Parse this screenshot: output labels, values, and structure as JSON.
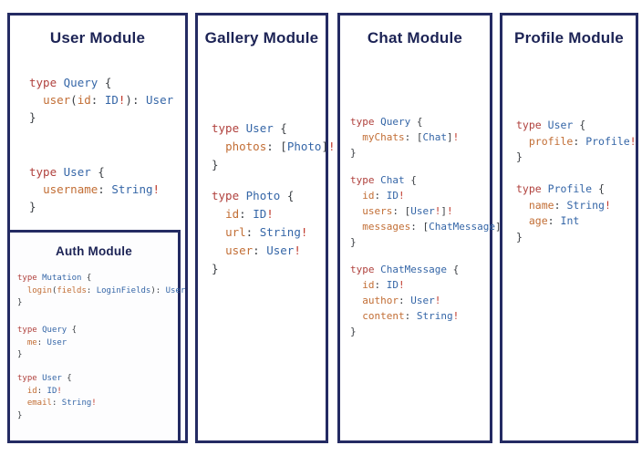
{
  "colors": {
    "border": "#242b63",
    "title": "#1c2355",
    "kw": "#b0413d",
    "ty": "#3566a7",
    "fl": "#c26e35",
    "pu": "#3c4045",
    "bg": "#c0392b"
  },
  "panels": [
    {
      "title": "User Module",
      "blocks": [
        [
          [
            [
              "kw",
              "type"
            ],
            [
              "pl",
              " "
            ],
            [
              "ty",
              "Query"
            ],
            [
              "pl",
              " "
            ],
            [
              "pu",
              "{"
            ]
          ],
          [
            [
              "pl",
              "  "
            ],
            [
              "fl",
              "user"
            ],
            [
              "pu",
              "("
            ],
            [
              "fl",
              "id"
            ],
            [
              "pu",
              ":"
            ],
            [
              "pl",
              " "
            ],
            [
              "ty",
              "ID"
            ],
            [
              "bg",
              "!"
            ],
            [
              "pu",
              "):"
            ],
            [
              "pl",
              " "
            ],
            [
              "ty",
              "User"
            ]
          ],
          [
            [
              "pu",
              "}"
            ]
          ]
        ],
        [
          [
            [
              "kw",
              "type"
            ],
            [
              "pl",
              " "
            ],
            [
              "ty",
              "User"
            ],
            [
              "pl",
              " "
            ],
            [
              "pu",
              "{"
            ]
          ],
          [
            [
              "pl",
              "  "
            ],
            [
              "fl",
              "username"
            ],
            [
              "pu",
              ":"
            ],
            [
              "pl",
              " "
            ],
            [
              "ty",
              "String"
            ],
            [
              "bg",
              "!"
            ]
          ],
          [
            [
              "pu",
              "}"
            ]
          ]
        ]
      ],
      "sub": {
        "title": "Auth Module",
        "blocks": [
          [
            [
              [
                "kw",
                "type"
              ],
              [
                "pl",
                " "
              ],
              [
                "ty",
                "Mutation"
              ],
              [
                "pl",
                " "
              ],
              [
                "pu",
                "{"
              ]
            ],
            [
              [
                "pl",
                "  "
              ],
              [
                "fl",
                "login"
              ],
              [
                "pu",
                "("
              ],
              [
                "fl",
                "fields"
              ],
              [
                "pu",
                ":"
              ],
              [
                "pl",
                " "
              ],
              [
                "ty",
                "LoginFields"
              ],
              [
                "pu",
                "):"
              ],
              [
                "pl",
                " "
              ],
              [
                "ty",
                "User"
              ]
            ],
            [
              [
                "pu",
                "}"
              ]
            ]
          ],
          [
            [
              [
                "kw",
                "type"
              ],
              [
                "pl",
                " "
              ],
              [
                "ty",
                "Query"
              ],
              [
                "pl",
                " "
              ],
              [
                "pu",
                "{"
              ]
            ],
            [
              [
                "pl",
                "  "
              ],
              [
                "fl",
                "me"
              ],
              [
                "pu",
                ":"
              ],
              [
                "pl",
                " "
              ],
              [
                "ty",
                "User"
              ]
            ],
            [
              [
                "pu",
                "}"
              ]
            ]
          ],
          [
            [
              [
                "kw",
                "type"
              ],
              [
                "pl",
                " "
              ],
              [
                "ty",
                "User"
              ],
              [
                "pl",
                " "
              ],
              [
                "pu",
                "{"
              ]
            ],
            [
              [
                "pl",
                "  "
              ],
              [
                "fl",
                "id"
              ],
              [
                "pu",
                ":"
              ],
              [
                "pl",
                " "
              ],
              [
                "ty",
                "ID"
              ],
              [
                "bg",
                "!"
              ]
            ],
            [
              [
                "pl",
                "  "
              ],
              [
                "fl",
                "email"
              ],
              [
                "pu",
                ":"
              ],
              [
                "pl",
                " "
              ],
              [
                "ty",
                "String"
              ],
              [
                "bg",
                "!"
              ]
            ],
            [
              [
                "pu",
                "}"
              ]
            ]
          ]
        ]
      }
    },
    {
      "title": "Gallery Module",
      "blocks": [
        [
          [
            [
              "kw",
              "type"
            ],
            [
              "pl",
              " "
            ],
            [
              "ty",
              "User"
            ],
            [
              "pl",
              " "
            ],
            [
              "pu",
              "{"
            ]
          ],
          [
            [
              "pl",
              "  "
            ],
            [
              "fl",
              "photos"
            ],
            [
              "pu",
              ":"
            ],
            [
              "pl",
              " "
            ],
            [
              "pu",
              "["
            ],
            [
              "ty",
              "Photo"
            ],
            [
              "pu",
              "]"
            ],
            [
              "bg",
              "!"
            ]
          ],
          [
            [
              "pu",
              "}"
            ]
          ]
        ],
        [
          [
            [
              "kw",
              "type"
            ],
            [
              "pl",
              " "
            ],
            [
              "ty",
              "Photo"
            ],
            [
              "pl",
              " "
            ],
            [
              "pu",
              "{"
            ]
          ],
          [
            [
              "pl",
              "  "
            ],
            [
              "fl",
              "id"
            ],
            [
              "pu",
              ":"
            ],
            [
              "pl",
              " "
            ],
            [
              "ty",
              "ID"
            ],
            [
              "bg",
              "!"
            ]
          ],
          [
            [
              "pl",
              "  "
            ],
            [
              "fl",
              "url"
            ],
            [
              "pu",
              ":"
            ],
            [
              "pl",
              " "
            ],
            [
              "ty",
              "String"
            ],
            [
              "bg",
              "!"
            ]
          ],
          [
            [
              "pl",
              "  "
            ],
            [
              "fl",
              "user"
            ],
            [
              "pu",
              ":"
            ],
            [
              "pl",
              " "
            ],
            [
              "ty",
              "User"
            ],
            [
              "bg",
              "!"
            ]
          ],
          [
            [
              "pu",
              "}"
            ]
          ]
        ]
      ]
    },
    {
      "title": "Chat Module",
      "blocks": [
        [
          [
            [
              "kw",
              "type"
            ],
            [
              "pl",
              " "
            ],
            [
              "ty",
              "Query"
            ],
            [
              "pl",
              " "
            ],
            [
              "pu",
              "{"
            ]
          ],
          [
            [
              "pl",
              "  "
            ],
            [
              "fl",
              "myChats"
            ],
            [
              "pu",
              ":"
            ],
            [
              "pl",
              " "
            ],
            [
              "pu",
              "["
            ],
            [
              "ty",
              "Chat"
            ],
            [
              "pu",
              "]"
            ],
            [
              "bg",
              "!"
            ]
          ],
          [
            [
              "pu",
              "}"
            ]
          ]
        ],
        [
          [
            [
              "kw",
              "type"
            ],
            [
              "pl",
              " "
            ],
            [
              "ty",
              "Chat"
            ],
            [
              "pl",
              " "
            ],
            [
              "pu",
              "{"
            ]
          ],
          [
            [
              "pl",
              "  "
            ],
            [
              "fl",
              "id"
            ],
            [
              "pu",
              ":"
            ],
            [
              "pl",
              " "
            ],
            [
              "ty",
              "ID"
            ],
            [
              "bg",
              "!"
            ]
          ],
          [
            [
              "pl",
              "  "
            ],
            [
              "fl",
              "users"
            ],
            [
              "pu",
              ":"
            ],
            [
              "pl",
              " "
            ],
            [
              "pu",
              "["
            ],
            [
              "ty",
              "User"
            ],
            [
              "bg",
              "!"
            ],
            [
              "pu",
              "]"
            ],
            [
              "bg",
              "!"
            ]
          ],
          [
            [
              "pl",
              "  "
            ],
            [
              "fl",
              "messages"
            ],
            [
              "pu",
              ":"
            ],
            [
              "pl",
              " "
            ],
            [
              "pu",
              "["
            ],
            [
              "ty",
              "ChatMessage"
            ],
            [
              "pu",
              "]"
            ],
            [
              "bg",
              "!"
            ]
          ],
          [
            [
              "pu",
              "}"
            ]
          ]
        ],
        [
          [
            [
              "kw",
              "type"
            ],
            [
              "pl",
              " "
            ],
            [
              "ty",
              "ChatMessage"
            ],
            [
              "pl",
              " "
            ],
            [
              "pu",
              "{"
            ]
          ],
          [
            [
              "pl",
              "  "
            ],
            [
              "fl",
              "id"
            ],
            [
              "pu",
              ":"
            ],
            [
              "pl",
              " "
            ],
            [
              "ty",
              "ID"
            ],
            [
              "bg",
              "!"
            ]
          ],
          [
            [
              "pl",
              "  "
            ],
            [
              "fl",
              "author"
            ],
            [
              "pu",
              ":"
            ],
            [
              "pl",
              " "
            ],
            [
              "ty",
              "User"
            ],
            [
              "bg",
              "!"
            ]
          ],
          [
            [
              "pl",
              "  "
            ],
            [
              "fl",
              "content"
            ],
            [
              "pu",
              ":"
            ],
            [
              "pl",
              " "
            ],
            [
              "ty",
              "String"
            ],
            [
              "bg",
              "!"
            ]
          ],
          [
            [
              "pu",
              "}"
            ]
          ]
        ]
      ]
    },
    {
      "title": "Profile Module",
      "blocks": [
        [
          [
            [
              "kw",
              "type"
            ],
            [
              "pl",
              " "
            ],
            [
              "ty",
              "User"
            ],
            [
              "pl",
              " "
            ],
            [
              "pu",
              "{"
            ]
          ],
          [
            [
              "pl",
              "  "
            ],
            [
              "fl",
              "profile"
            ],
            [
              "pu",
              ":"
            ],
            [
              "pl",
              " "
            ],
            [
              "ty",
              "Profile"
            ],
            [
              "bg",
              "!"
            ]
          ],
          [
            [
              "pu",
              "}"
            ]
          ]
        ],
        [
          [
            [
              "kw",
              "type"
            ],
            [
              "pl",
              " "
            ],
            [
              "ty",
              "Profile"
            ],
            [
              "pl",
              " "
            ],
            [
              "pu",
              "{"
            ]
          ],
          [
            [
              "pl",
              "  "
            ],
            [
              "fl",
              "name"
            ],
            [
              "pu",
              ":"
            ],
            [
              "pl",
              " "
            ],
            [
              "ty",
              "String"
            ],
            [
              "bg",
              "!"
            ]
          ],
          [
            [
              "pl",
              "  "
            ],
            [
              "fl",
              "age"
            ],
            [
              "pu",
              ":"
            ],
            [
              "pl",
              " "
            ],
            [
              "ty",
              "Int"
            ]
          ],
          [
            [
              "pu",
              "}"
            ]
          ]
        ]
      ]
    }
  ]
}
